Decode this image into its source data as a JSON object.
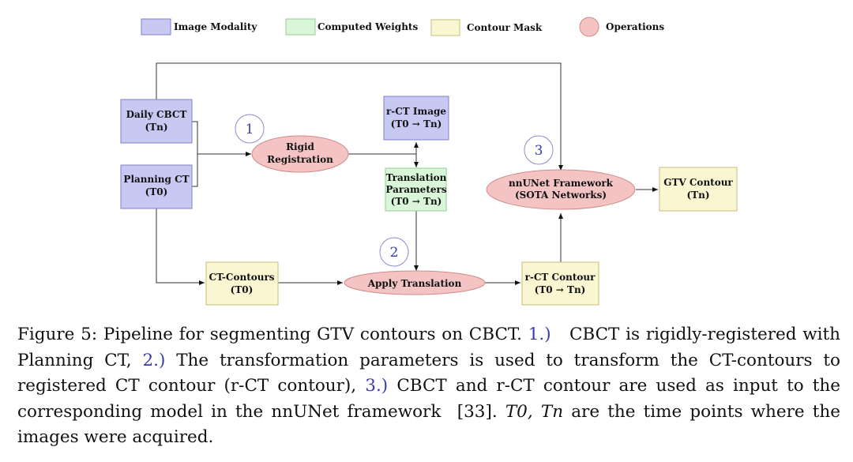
{
  "legend": {
    "image_modality": "Image Modality",
    "computed_weights": "Computed Weights",
    "contour_mask": "Contour Mask",
    "operations": "Operations"
  },
  "colors": {
    "image_modality_fill": "#c8c9f3",
    "image_modality_border": "#7f7fc9",
    "computed_weights_fill": "#d9f6d9",
    "computed_weights_border": "#8fcf8f",
    "contour_mask_fill": "#fbf6d2",
    "contour_mask_border": "#c9be7a",
    "operations_fill": "#f4c3c3",
    "operations_border": "#d08b8b",
    "step_color": "#3b3bb0"
  },
  "nodes": {
    "daily_cbct": {
      "line1": "Daily CBCT",
      "line2": "(Tn)"
    },
    "planning_ct": {
      "line1": "Planning CT",
      "line2": "(T0)"
    },
    "rigid_registration": {
      "line1": "Rigid",
      "line2": "Registration"
    },
    "rct_image": {
      "line1": "r-CT Image",
      "line2": "(T0 → Tn)"
    },
    "translation_parameters": {
      "line1": "Translation",
      "line2": "Parameters",
      "line3": "(T0 → Tn)"
    },
    "nnunet": {
      "line1": "nnUNet Framework",
      "line2": "(SOTA Networks)"
    },
    "gtv_contour": {
      "line1": "GTV Contour",
      "line2": "(Tn)"
    },
    "ct_contours": {
      "line1": "CT-Contours",
      "line2": "(T0)"
    },
    "apply_translation": {
      "line1": "Apply Translation"
    },
    "rct_contour": {
      "line1": "r-CT Contour",
      "line2": "(T0 → Tn)"
    }
  },
  "steps": {
    "one": "1",
    "two": "2",
    "three": "3"
  },
  "caption": {
    "lead": "Figure 5: Pipeline for segmenting GTV contours on CBCT.",
    "ref1": "1.)",
    "text1": "CBCT is rigidly-registered with Planning CT,",
    "ref2": "2.)",
    "text2": "The transformation parameters is used to transform the CT-contours to registered CT contour (r-CT contour),",
    "ref3": "3.)",
    "text3": "CBCT and r-CT contour are used as input to the corresponding model in the nnUNet framework",
    "citation": "[33].",
    "math": "T0, Tn",
    "text4": "are the time points where the images were acquired."
  }
}
